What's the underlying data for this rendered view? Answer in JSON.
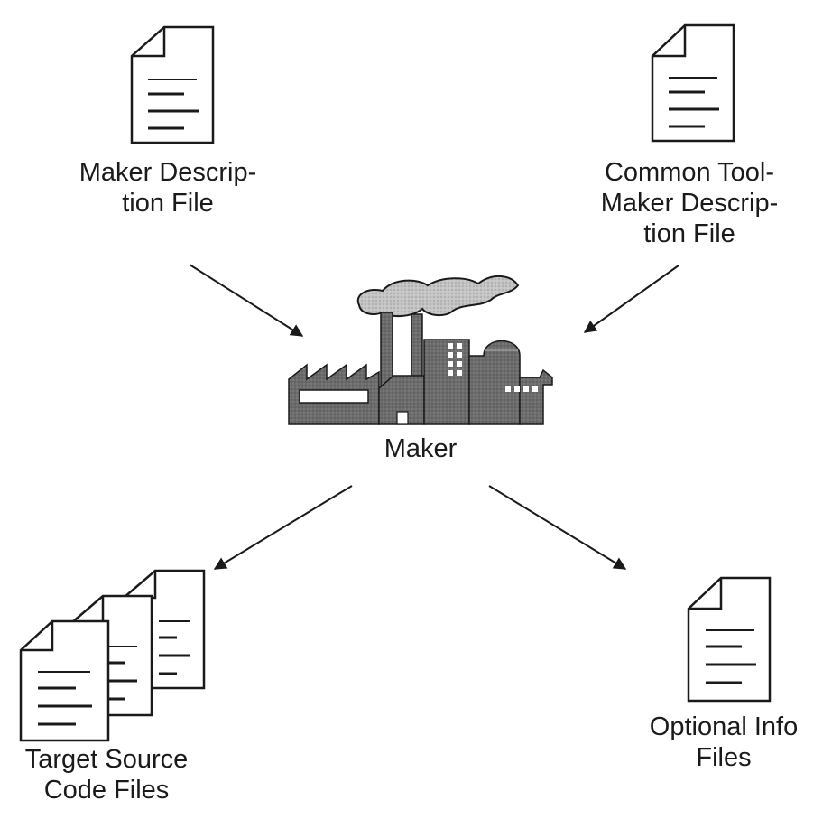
{
  "nodes": {
    "maker_description": {
      "lines": [
        "Maker Descrip-",
        "tion File"
      ]
    },
    "common_toolmaker": {
      "lines": [
        "Common Tool-",
        "Maker Descrip-",
        "tion File"
      ]
    },
    "maker": {
      "label": "Maker"
    },
    "target_source": {
      "lines": [
        "Target Source",
        "Code Files"
      ]
    },
    "optional_info": {
      "lines": [
        "Optional Info",
        "Files"
      ]
    }
  },
  "colors": {
    "ink": "#1a1a1a",
    "factory": "#6b6b6b",
    "smoke": "#bdbdbd",
    "paper": "#ffffff"
  },
  "icons": {
    "document": "document-icon",
    "factory": "factory-icon",
    "smoke": "smoke-icon"
  }
}
